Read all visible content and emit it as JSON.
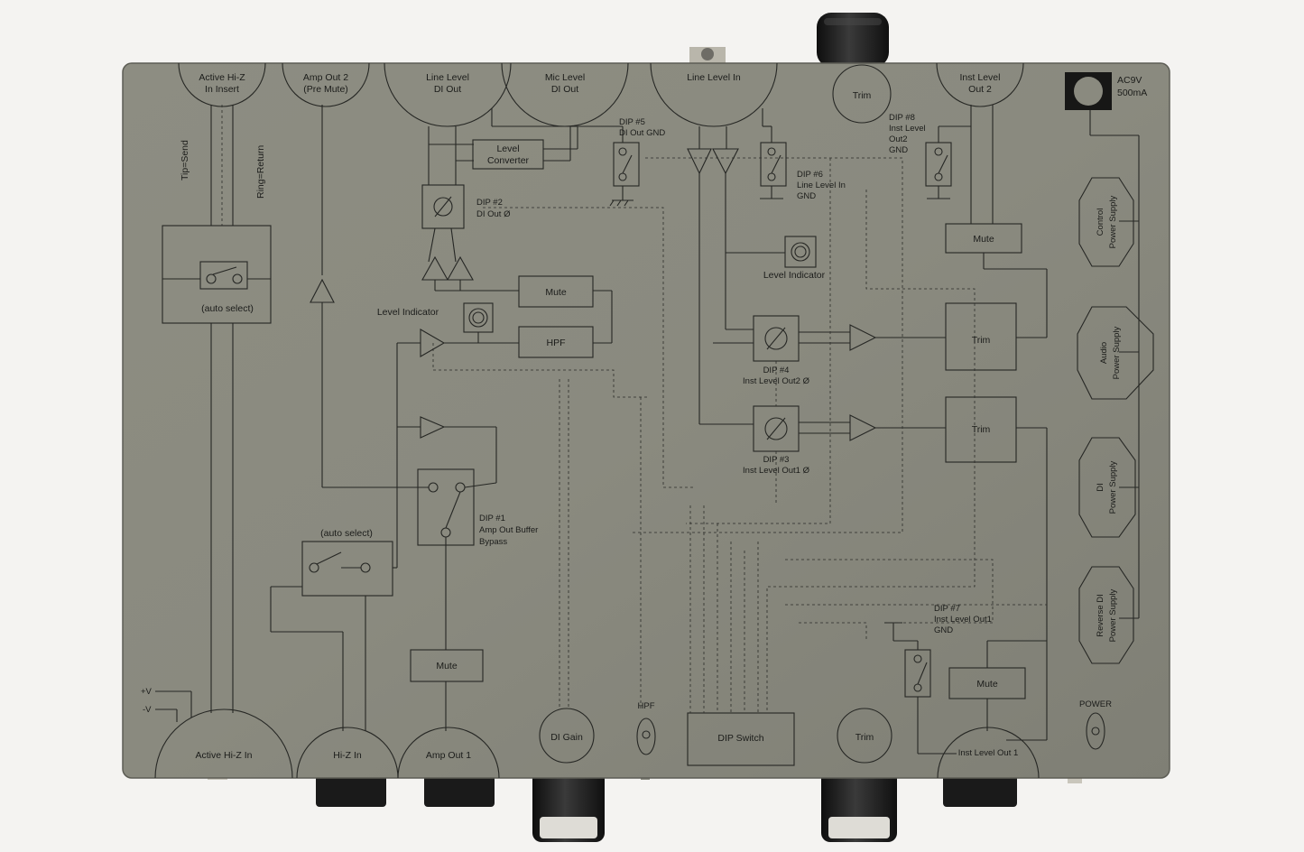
{
  "labels": {
    "active_hiz_insert_1": "Active Hi-Z",
    "active_hiz_insert_2": "In Insert",
    "amp_out2_1": "Amp Out 2",
    "amp_out2_2": "(Pre Mute)",
    "line_di_out_1": "Line Level",
    "line_di_out_2": "DI Out",
    "mic_di_out_1": "Mic Level",
    "mic_di_out_2": "DI Out",
    "line_level_in": "Line Level In",
    "trim_top": "Trim",
    "inst_out2_1": "Inst Level",
    "inst_out2_2": "Out 2",
    "power_1": "AC9V",
    "power_2": "500mA",
    "tip_send": "Tip=Send",
    "ring_return": "Ring=Return",
    "auto_select_1": "(auto select)",
    "auto_select_2": "(auto select)",
    "level_converter_1": "Level",
    "level_converter_2": "Converter",
    "dip5_1": "DIP #5",
    "dip5_2": "DI Out GND",
    "dip6_1": "DIP #6",
    "dip6_2": "Line Level In",
    "dip6_3": "GND",
    "dip8_1": "DIP #8",
    "dip8_2": "Inst Level",
    "dip8_3": "Out2",
    "dip8_4": "GND",
    "dip2_1": "DIP #2",
    "dip2_2": "DI Out Ø",
    "mute_top_right": "Mute",
    "mute_center": "Mute",
    "hpf_center": "HPF",
    "level_indicator_left": "Level  Indicator",
    "level_indicator_right": "Level  Indicator",
    "trim_right_1": "Trim",
    "trim_right_2": "Trim",
    "dip4_1": "DIP #4",
    "dip4_2": "Inst Level  Out2 Ø",
    "dip3_1": "DIP #3",
    "dip3_2": "Inst Level  Out1 Ø",
    "dip1_1": "DIP #1",
    "dip1_2": "Amp Out Buffer",
    "dip1_3": "Bypass",
    "dip7_1": "DIP #7",
    "dip7_2": "Inst Level Out1",
    "dip7_3": "GND",
    "mute_bottom_left": "Mute",
    "mute_bottom_right": "Mute",
    "control_ps_1": "Control",
    "control_ps_2": "Power Supply",
    "audio_ps_1": "Audio",
    "audio_ps_2": "Power Supply",
    "di_ps_1": "DI",
    "di_ps_2": "Power Supply",
    "rev_di_ps_1": "Reverse DI",
    "rev_di_ps_2": "Power Supply",
    "plus_v": "+V",
    "minus_v": "-V",
    "active_hiz_in": "Active Hi-Z In",
    "hiz_in": "Hi-Z In",
    "amp_out1": "Amp Out 1",
    "di_gain": "DI Gain",
    "hpf_switch": "HPF",
    "dip_switch": "DIP Switch",
    "trim_bottom": "Trim",
    "inst_out1": "Inst Level Out 1",
    "power_label": "POWER"
  },
  "colors": {
    "background": "#f4f3f1",
    "panel": "#8a8a7e",
    "ink": "#1b1c1a",
    "knob": "#1e1e1e"
  }
}
